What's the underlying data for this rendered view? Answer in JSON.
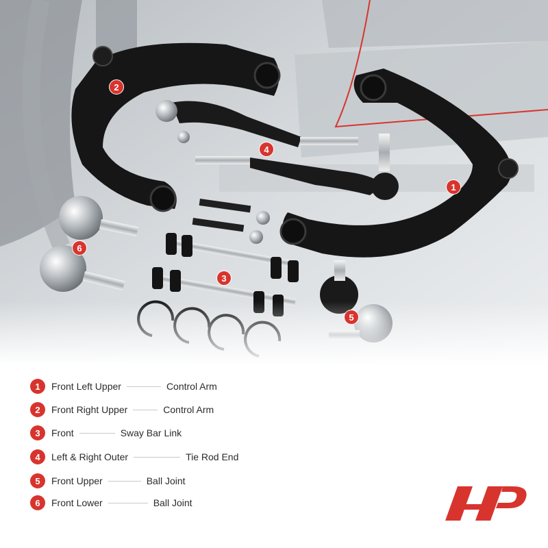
{
  "colors": {
    "accent": "#d8342e",
    "text": "#2b2b2b",
    "part_black": "#161616",
    "background_gray": "#cfd3d6"
  },
  "callouts": [
    {
      "number": "1",
      "label": "Front Left Upper Control Arm"
    },
    {
      "number": "2",
      "label": "Front Right Upper Control Arm"
    },
    {
      "number": "3",
      "label": "Front Sway Bar Link"
    },
    {
      "number": "4",
      "label": "Left & Right Outer Tie Rod End"
    },
    {
      "number": "5",
      "label": "Front Upper Ball Joint"
    },
    {
      "number": "6",
      "label": "Front Lower Ball Joint"
    }
  ],
  "legend": [
    {
      "number": "1",
      "position": "Front Left Upper",
      "part": "Control Arm"
    },
    {
      "number": "2",
      "position": "Front Right Upper",
      "part": "Control Arm"
    },
    {
      "number": "3",
      "position": "Front",
      "part": "Sway Bar Link"
    },
    {
      "number": "4",
      "position": "Left & Right Outer",
      "part": "Tie Rod End"
    },
    {
      "number": "5",
      "position": "Front Upper",
      "part": "Ball Joint"
    },
    {
      "number": "6",
      "position": "Front Lower",
      "part": "Ball Joint"
    }
  ],
  "logo": {
    "name": "brand-logo"
  }
}
